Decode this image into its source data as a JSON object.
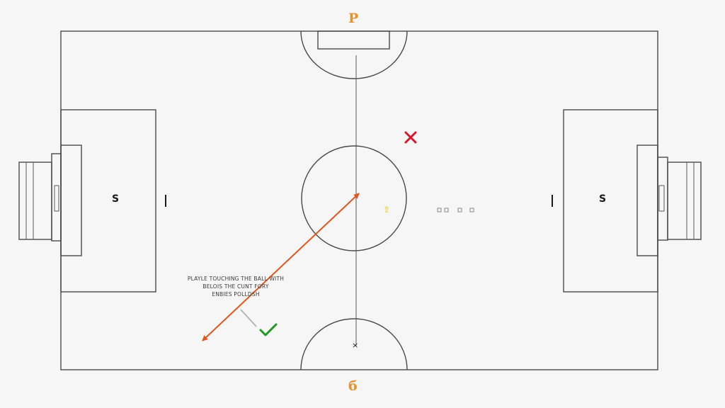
{
  "labels": {
    "top_goal": "P",
    "bottom_goal": "б",
    "left_side": "S",
    "right_side": "S",
    "center_spot": "×"
  },
  "note": {
    "line1": "PLAYLE TOUCHING THE BALL WITH",
    "line2": "BELOIS THE CUNT FORY",
    "line3": "ENBIES POLLDSH"
  },
  "icons": {
    "incorrect": "cross-icon",
    "correct": "check-icon",
    "ball": "ball-marker-icon",
    "arrow": "double-arrow-icon"
  },
  "colors": {
    "arrow": "#e0561c",
    "cross": "#d9162e",
    "check": "#229922",
    "label": "#e8912a",
    "marker": "#e6d21e"
  },
  "yellow_marker": "⇧"
}
